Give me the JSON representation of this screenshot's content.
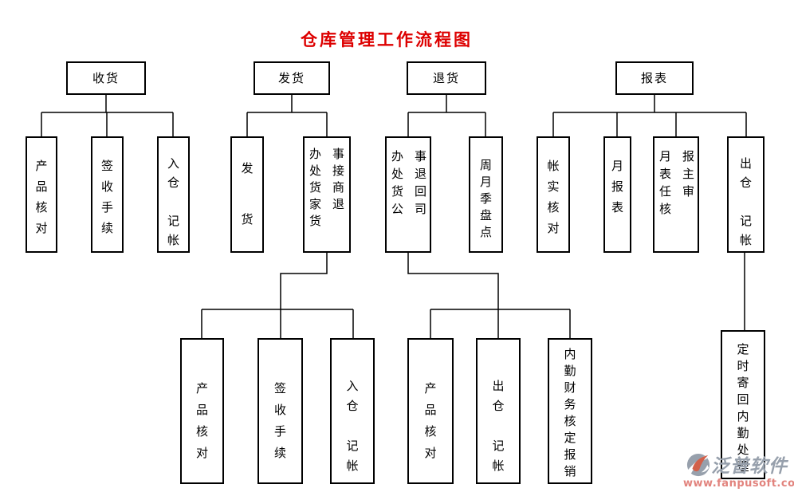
{
  "title": "仓库管理工作流程图",
  "colors": {
    "title_red": "#dd0000",
    "line_black": "#000000",
    "brand_gray": "#97a0ac",
    "brand_red": "#d2604a",
    "url_red": "#e2837d"
  },
  "branches": [
    {
      "label": "收货",
      "children": [
        "产\n品\n核\n对",
        "签\n收\n手\n续",
        "入\n仓\n\n记\n帐"
      ]
    },
    {
      "label": "发货",
      "children": [
        "发\n\n货",
        "办事\n处接\n货商\n家退\n货"
      ],
      "grandchildren": [
        "产\n品\n核\n对",
        "签\n收\n手\n续",
        "入\n仓\n\n记\n帐"
      ]
    },
    {
      "label": "退货",
      "children": [
        "办事\n处退\n货回\n公司",
        "周\n月\n季\n盘\n点"
      ],
      "grandchildren": [
        "产\n品\n核\n对",
        "出\n仓\n\n记\n帐",
        "内\n勤\n财\n务\n核\n定\n报\n销"
      ]
    },
    {
      "label": "报表",
      "children": [
        "帐\n实\n核\n对",
        "月\n报\n表",
        "月报\n表主\n任审\n核",
        "出\n仓\n\n记\n帐"
      ],
      "grandchildren": [
        "定\n时\n寄\n回\n内\n勤\n处\n理"
      ]
    }
  ],
  "watermark": {
    "brand": "泛普软件",
    "url": "www.fanpusoft.com",
    "logo_icon": "swirl-leaf-logo-icon"
  }
}
